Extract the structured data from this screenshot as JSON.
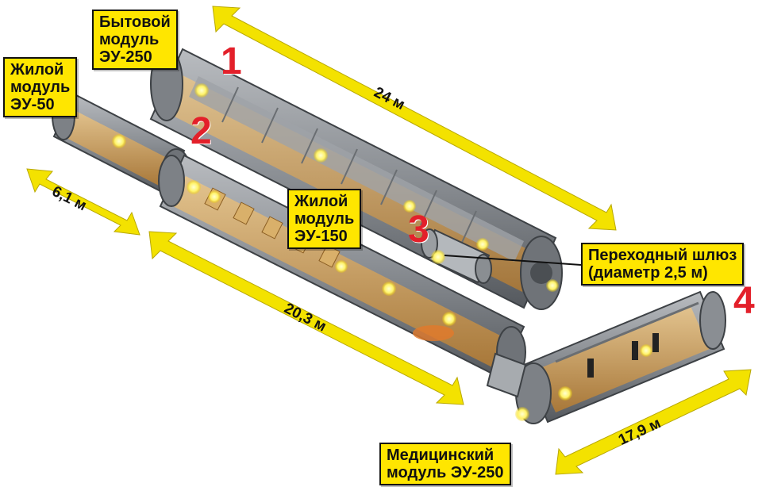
{
  "labels": {
    "module1": "Бытовой\nмодуль\nЭУ-250",
    "module_eu50": "Жилой\nмодуль\nЭУ-50",
    "module_eu150": "Жилой\nмодуль\nЭУ-150",
    "airlock": "Переходный шлюз\n(диаметр 2,5 м)",
    "medical": "Медицинский\nмодуль ЭУ-250"
  },
  "numbers": {
    "n1": "1",
    "n2": "2",
    "n3": "3",
    "n4": "4"
  },
  "dimensions": {
    "length_top": "24 м",
    "diameter": "6,1 м",
    "length_middle": "20,3 м",
    "length_medical": "17,9 м"
  },
  "colors": {
    "arrow": "#f3e200",
    "label_bg": "#ffe600",
    "number": "#e3202a",
    "hull": "#8e9296",
    "interior": "#c99a4c",
    "lamp": "#fff36a"
  }
}
